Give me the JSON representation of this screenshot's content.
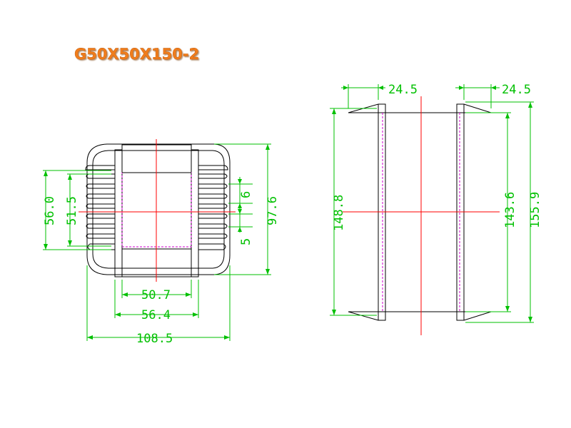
{
  "title": "G50X50X150-2",
  "front_view": {
    "dims": {
      "window_width": "50.7",
      "flange_width": "56.4",
      "overall_width": "108.5",
      "left_outer": "56.0",
      "left_inner": "51.5",
      "overall_height": "97.6",
      "fin_pitch": "6",
      "fin_gap": "5"
    }
  },
  "side_view": {
    "dims": {
      "left_flange": "24.5",
      "right_flange": "24.5",
      "overall_length": "148.8",
      "inner_length": "143.6",
      "total_length": "155.9"
    }
  },
  "colors": {
    "dimension": "#00c000",
    "outline": "#000000",
    "centerline": "#ff0000",
    "hidden": "#d000d0",
    "title": "#f07d1e"
  }
}
